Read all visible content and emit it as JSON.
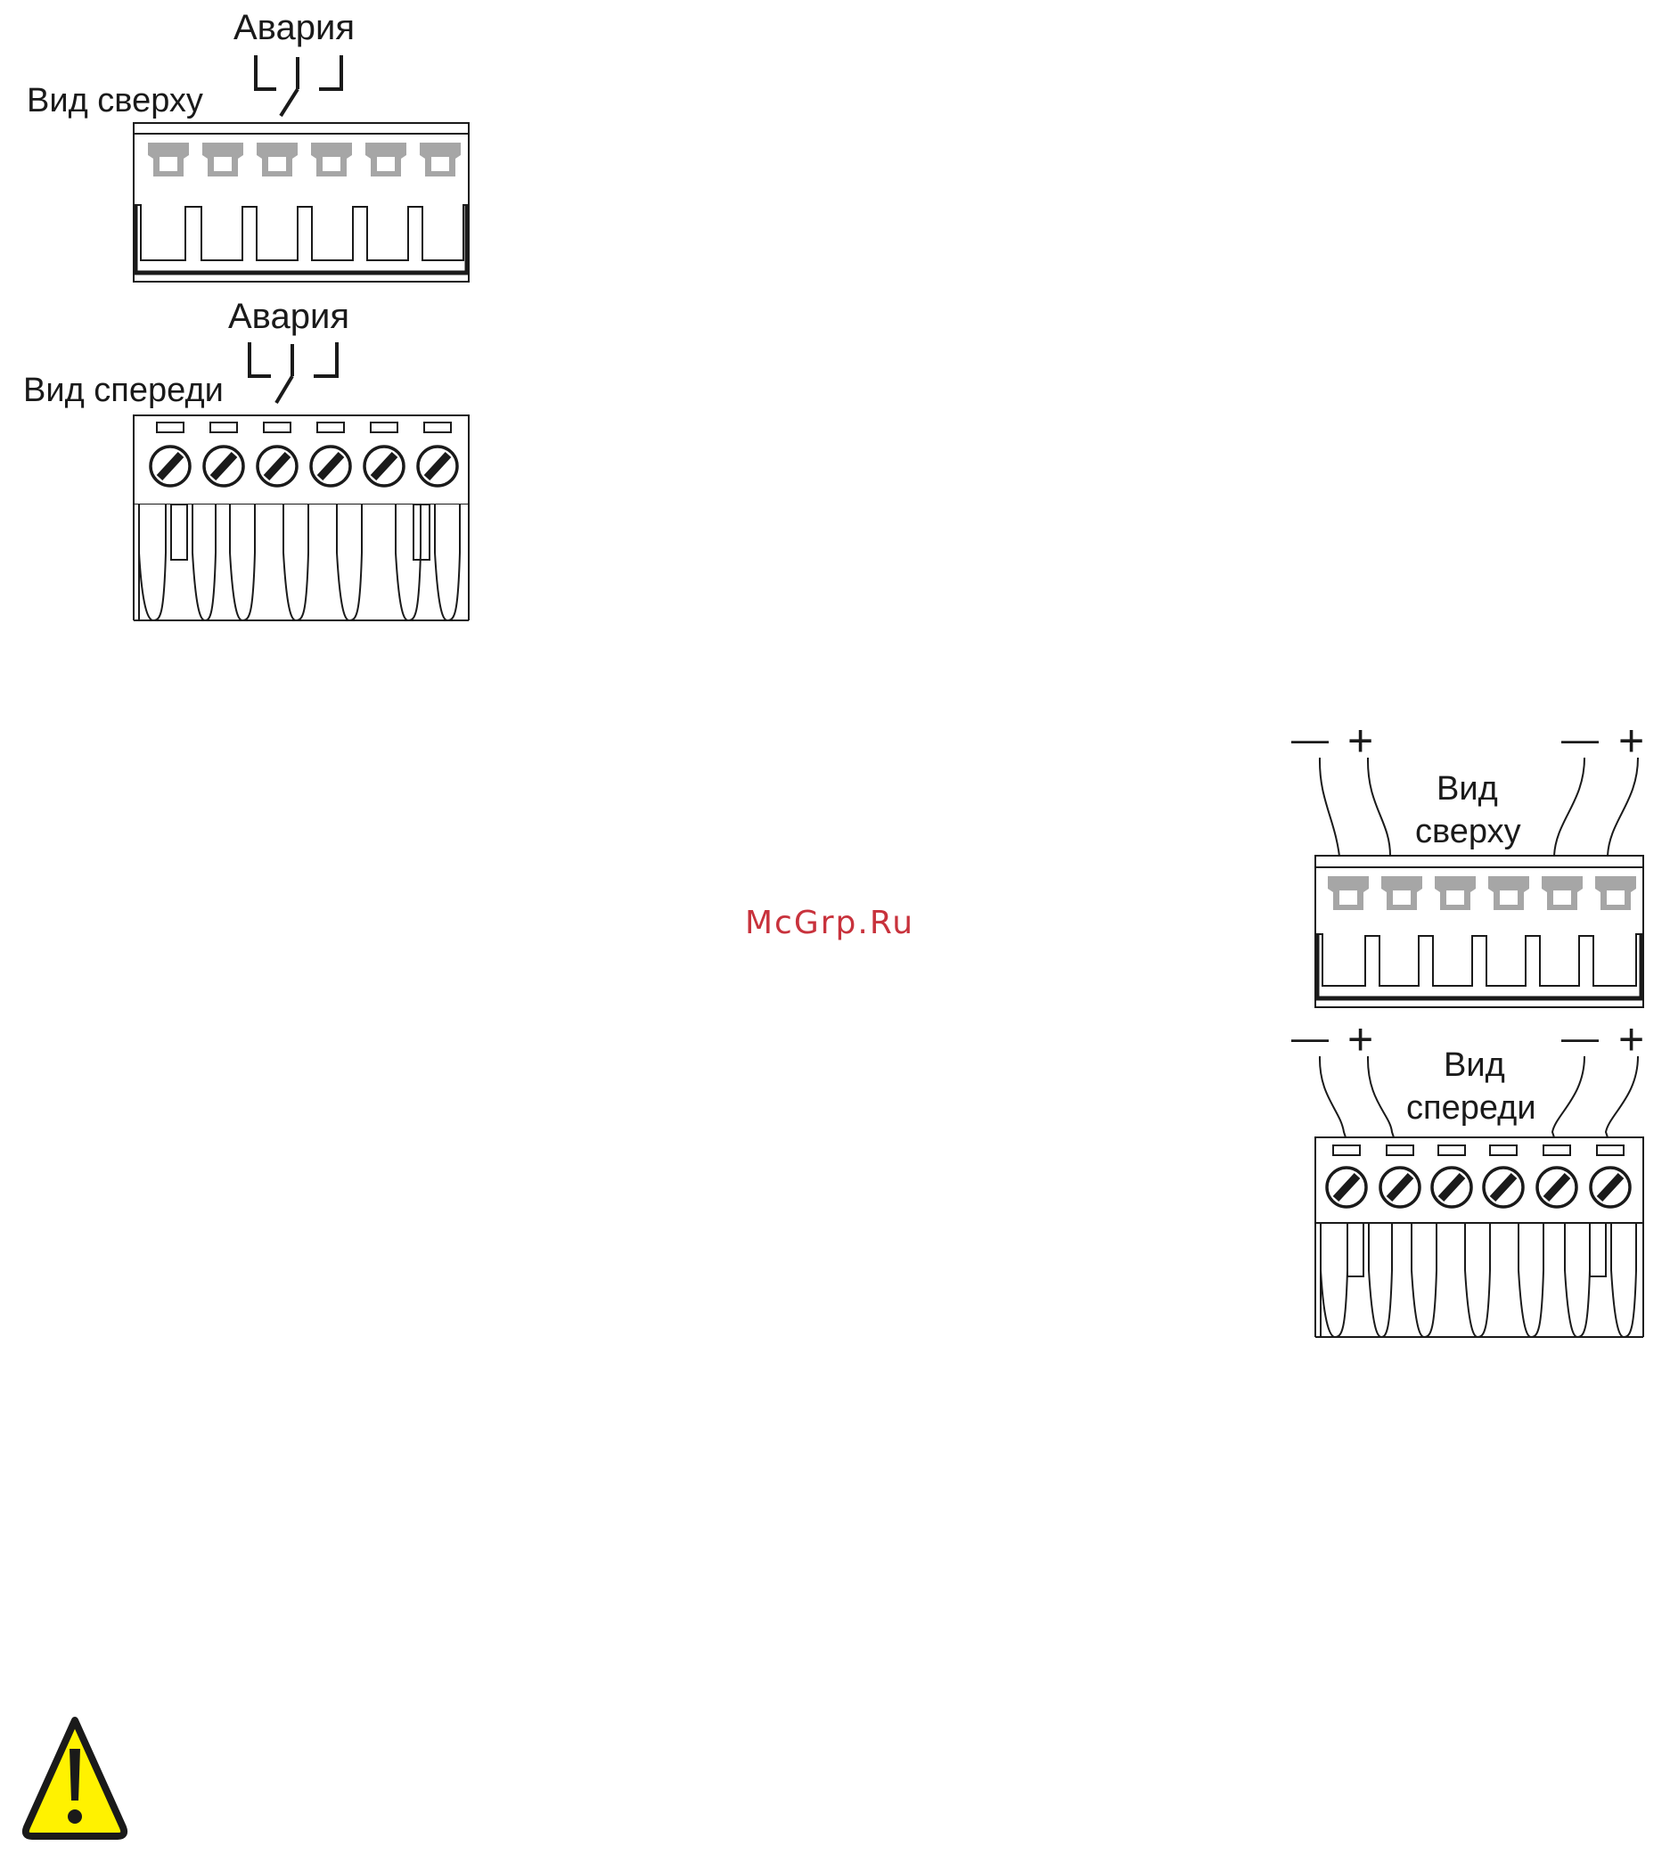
{
  "diagram_alarm": {
    "alarm_label": "Авария",
    "top_view_label": "Вид сверху",
    "front_view_label": "Вид спереди"
  },
  "diagram_power": {
    "minus_sign": "—",
    "plus_sign": "+",
    "top_view_label_line1": "Вид",
    "top_view_label_line2": "сверху",
    "front_view_label_line1": "Вид",
    "front_view_label_line2": "спереди"
  },
  "watermark": {
    "text": "McGrp.Ru",
    "color": "#c8323c"
  },
  "warning": {
    "icon": "warning-triangle-icon",
    "fill_color": "#fff200"
  }
}
